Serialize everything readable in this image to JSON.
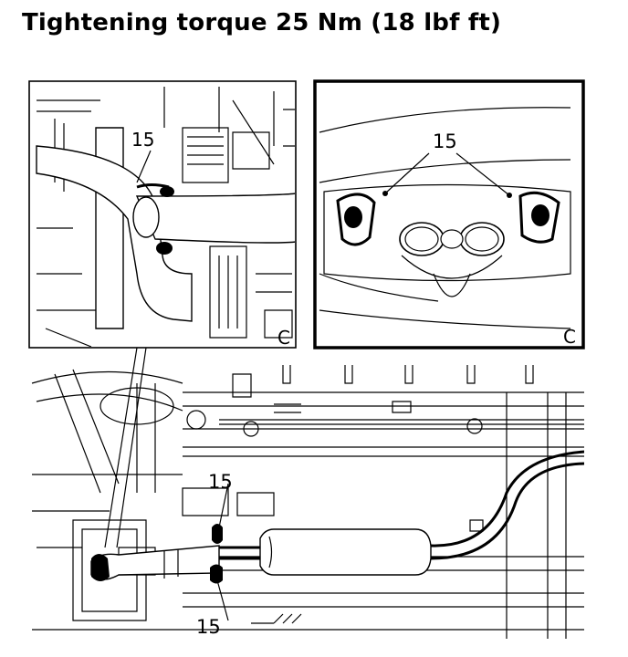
{
  "title": "Tightening torque 25 Nm (18 lbf ft)",
  "callouts": {
    "left_inset": "15",
    "right_inset": "15",
    "main_upper": "15",
    "main_lower": "15"
  },
  "corner_marks": {
    "left_inset": "C",
    "right_inset": "C"
  }
}
